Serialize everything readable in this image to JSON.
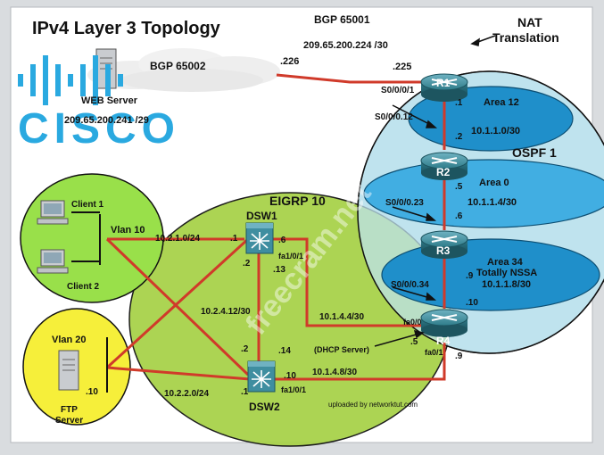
{
  "title": "IPv4 Layer 3 Topology",
  "brand": {
    "logo_text": "CISCO",
    "watermark": "freecram.net"
  },
  "credit": "uploaded by networktut.com",
  "bgp": {
    "as_isp": "BGP 65001",
    "isp_link_subnet": "209.65.200.224 /30",
    "as_web": "BGP 65002",
    "cloud_side_ip": ".226",
    "r1_side_ip": ".225",
    "r1_interface": "S0/0/0/1"
  },
  "nat": {
    "line1": "NAT",
    "line2": "Translation"
  },
  "web_server": {
    "name": "WEB Server",
    "ip": "209.65.200.241 /29"
  },
  "routing_domains": {
    "ospf": "OSPF 1",
    "eigrp": "EIGRP 10"
  },
  "routers": {
    "r1": "R1",
    "r2": "R2",
    "r3": "R3",
    "r4": "R4"
  },
  "switches": {
    "dsw1": "DSW1",
    "dsw2": "DSW2"
  },
  "areas": {
    "area12": {
      "name": "Area 12",
      "subnet": "10.1.1.0/30"
    },
    "area0": {
      "name": "Area 0",
      "subnet": "10.1.1.4/30"
    },
    "area34": {
      "name": "Area 34",
      "type": "Totally NSSA",
      "subnet": "10.1.1.8/30"
    }
  },
  "serial_links": {
    "r1_r2": {
      "iface": "S0/0/0.12",
      "r1_ip": ".1",
      "r2_ip": ".2"
    },
    "r2_r3": {
      "iface": "S0/0/0.23",
      "r2_ip": ".5",
      "r3_ip": ".6"
    },
    "r3_r4": {
      "iface": "S0/0/0.34",
      "r3_ip": ".9",
      "r4_ip": ".10"
    }
  },
  "hosts": {
    "client1": "Client 1",
    "client2": "Client 2",
    "vlan10": "Vlan 10",
    "vlan20": "Vlan 20",
    "ftp_line1": "FTP",
    "ftp_line2": "Server",
    "ftp_ip": ".10"
  },
  "lan_links": {
    "vlan10_subnet": "10.2.1.0/24",
    "dsw1_vlan10_ip": ".1",
    "vlan20_subnet": "10.2.2.0/24",
    "dsw2_vlan20_ip": ".1",
    "dsw_trunk_subnet": "10.2.4.12/30",
    "dsw1_trunk_ip": ".13",
    "dsw2_trunk_ip": ".14",
    "dsw1_left_ip": ".2",
    "dsw2_left_ip": ".2",
    "dsw1_r4_ip": ".6",
    "dsw1_r4_iface": "fa1/0/1",
    "dsw1_r4_subnet": "10.1.4.4/30",
    "r4_fa00": "fa0/0",
    "r4_fa00_ip": ".5",
    "dhcp_label": "(DHCP Server)",
    "dsw2_r4_ip": ".10",
    "dsw2_r4_iface": "fa1/0/1",
    "dsw2_r4_subnet": "10.1.4.8/30",
    "r4_fa01": "fa0/1",
    "r4_fa01_ip": ".9"
  },
  "colors": {
    "link": "#d03a2a",
    "eigrp": "#a8d24a",
    "ospf": "#bfe3ee",
    "area": "#1f8fca",
    "host_zone": "#f6ef3a",
    "router": "#2f7c8a",
    "cisco": "#2aa9e0"
  }
}
